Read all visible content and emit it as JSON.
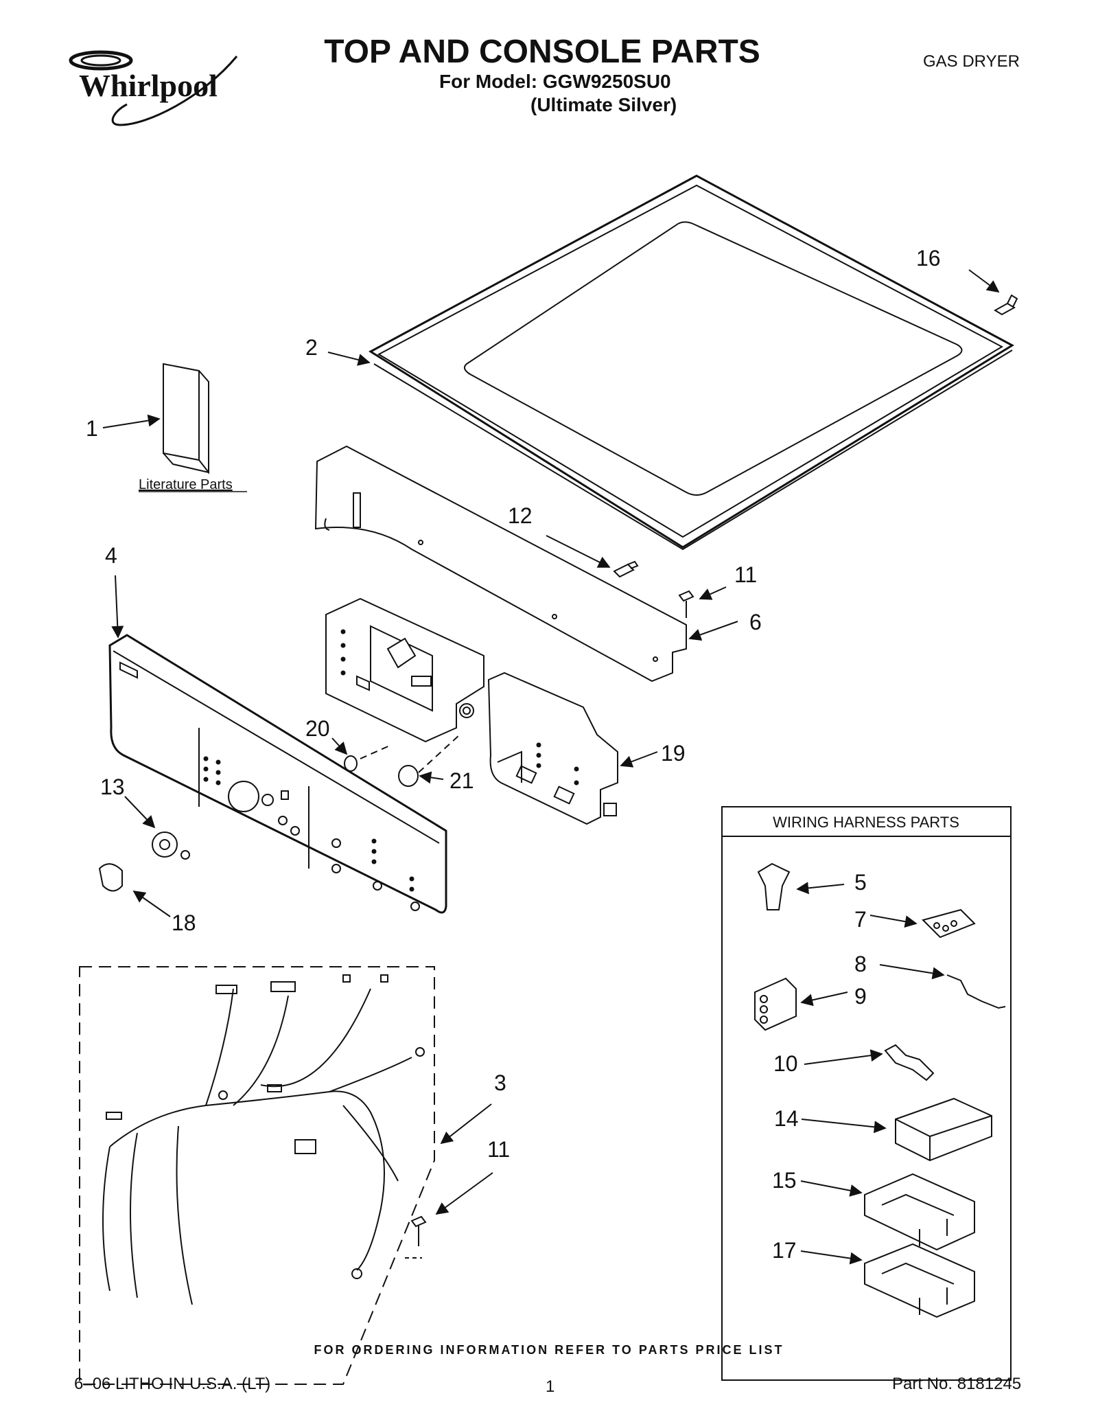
{
  "header": {
    "brand": "Whirlpool",
    "title": "TOP AND CONSOLE PARTS",
    "model_line": "For Model: GGW9250SU0",
    "variant_line": "(Ultimate Silver)",
    "appliance_type": "GAS DRYER"
  },
  "diagram": {
    "literature_label": "Literature Parts",
    "wiring_box_title": "WIRING HARNESS PARTS",
    "callouts": {
      "c1": "1",
      "c2": "2",
      "c3": "3",
      "c4": "4",
      "c5": "5",
      "c6": "6",
      "c7": "7",
      "c8": "8",
      "c9": "9",
      "c10": "10",
      "c11a": "11",
      "c11b": "11",
      "c12": "12",
      "c13": "13",
      "c14": "14",
      "c15": "15",
      "c16": "16",
      "c17": "17",
      "c18": "18",
      "c19": "19",
      "c20": "20",
      "c21": "21"
    }
  },
  "footer": {
    "ordering_note": "FOR ORDERING INFORMATION REFER TO PARTS PRICE LIST",
    "litho": "6–06 LITHO IN U.S.A. (LT)",
    "page_number": "1",
    "part_number": "Part No. 8181245"
  },
  "colors": {
    "ink": "#111111",
    "paper": "#ffffff",
    "shade": "#d9d9d9"
  }
}
